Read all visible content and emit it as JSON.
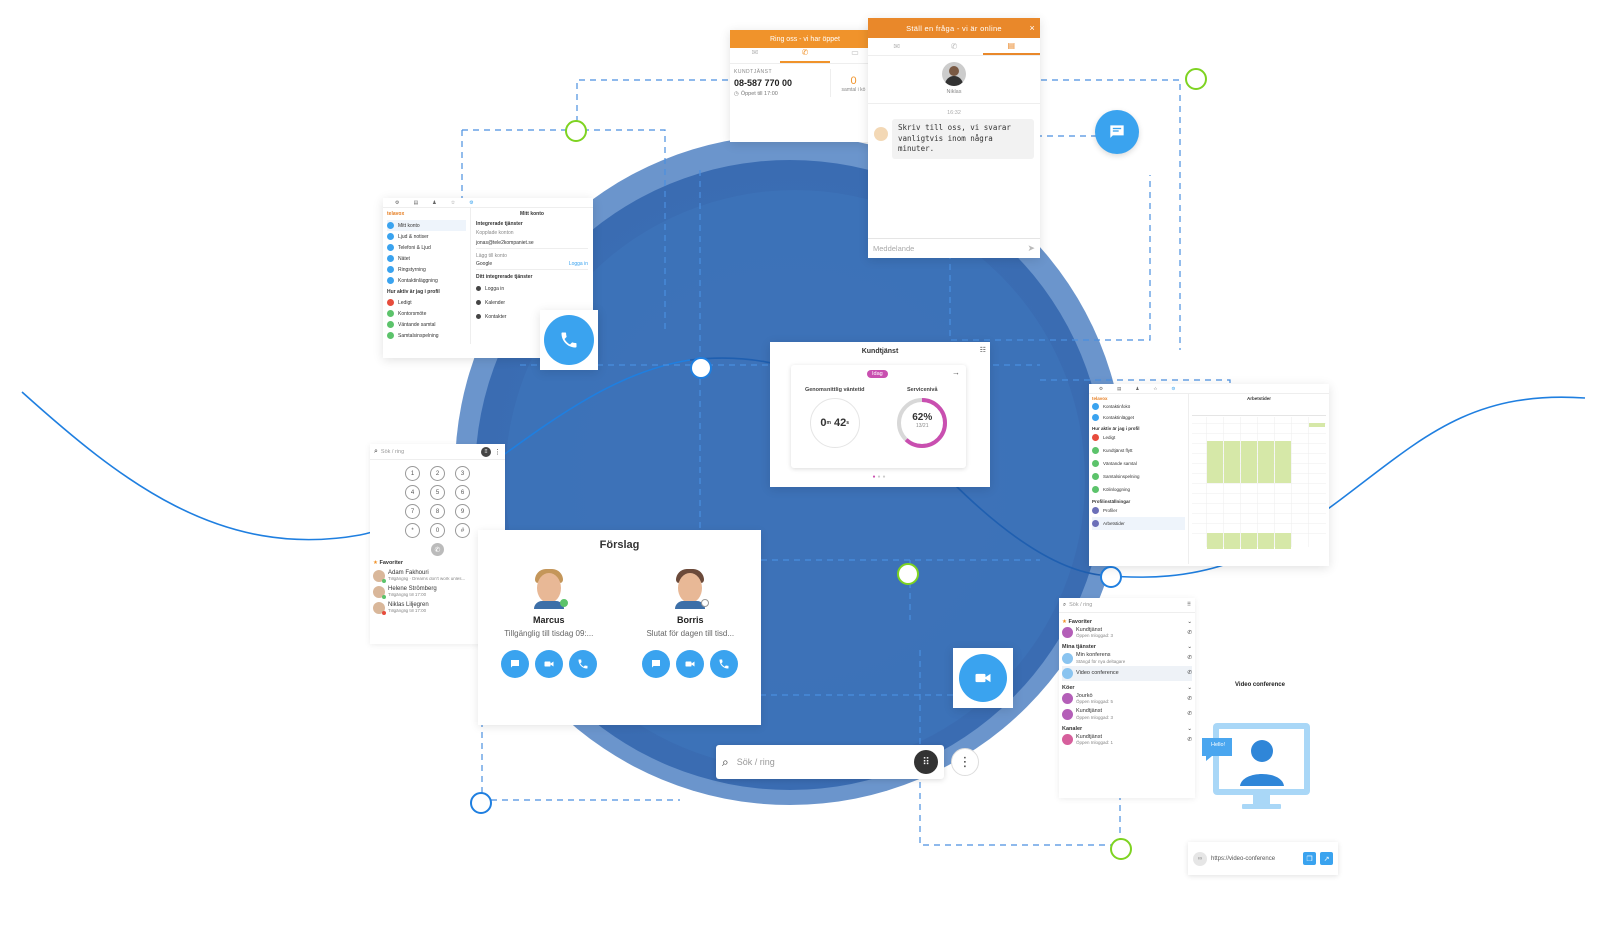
{
  "call_widget": {
    "header": "Ring oss - vi har öppet",
    "section": "KUNDTJÄNST",
    "phone": "08-587 770 00",
    "hours": "Öppet till 17:00",
    "queue_count": "0",
    "queue_label": "samtal i kö"
  },
  "chat_widget": {
    "header": "Ställ en fråga - vi är online",
    "agent_name": "Niklas",
    "time": "16:32",
    "message": "Skriv till oss, vi svarar vanligtvis inom några minuter.",
    "input_placeholder": "Meddelande"
  },
  "stats_card": {
    "title": "Kundtjänst",
    "badge": "Idag",
    "wait_label": "Genomsnittlig väntetid",
    "wait_value_min": "0",
    "wait_unit_min": "m",
    "wait_value_sec": "42",
    "wait_unit_sec": "s",
    "service_label": "Servicenivå",
    "service_value": "62%",
    "service_fraction": "13/21",
    "service_level": 0.62
  },
  "suggestions": {
    "title": "Förslag",
    "people": [
      {
        "name": "Marcus",
        "status": "Tillgänglig till tisdag 09:..."
      },
      {
        "name": "Borris",
        "status": "Slutat för dagen till tisd..."
      }
    ]
  },
  "dialer": {
    "search_placeholder": "Sök / ring",
    "keys": [
      "1",
      "2",
      "3",
      "4",
      "5",
      "6",
      "7",
      "8",
      "9",
      "*",
      "0",
      "#"
    ],
    "favorites_label": "Favoriter",
    "favorites": [
      {
        "name": "Adam Fakhouri",
        "status": "Tillgänglig · Dreams don't work unles..."
      },
      {
        "name": "Helene Strömberg",
        "status": "Tillgänglig till 17:00"
      },
      {
        "name": "Niklas Liljegren",
        "status": "Tillgänglig till 17:00"
      }
    ]
  },
  "search_bar": {
    "placeholder": "Sök / ring"
  },
  "settings_panel": {
    "brand": "telavox",
    "title": "Mitt konto",
    "nav_items": [
      "Mitt konto",
      "Ljud & notiser",
      "Telefoni & Ljud",
      "Nätet",
      "Ringstyrning",
      "Kontaktinläggning"
    ],
    "profile_heading": "Hur aktiv är jag i profil",
    "profile_items": [
      "Ledigt",
      "Kontorsmöte",
      "Väntande samtal",
      "Samtalsinspelning"
    ],
    "integrations_heading": "Integrerade tjänster",
    "linked_label": "Kopplade konton",
    "linked_account": "jonas@tele2kompaniet.se",
    "add_label": "Lägg till konto",
    "add_account": "Google",
    "add_action": "Logga in",
    "services_heading": "Ditt integrerade tjänster",
    "services": [
      "Logga in",
      "Kalender",
      "Kontakter"
    ]
  },
  "calendar_panel": {
    "brand": "telavox",
    "title": "Arbetstider",
    "nav_items": [
      "Kontaktinfokö",
      "Kontaktinlägget"
    ],
    "profile_heading": "Hur aktiv är jag i profil",
    "profile_items": [
      "Ledigt",
      "Kundtjänst flytt",
      "Väntande samtal",
      "Samtalsinspelning",
      "Kölinloggning"
    ],
    "profiles_heading": "Profilinställningar",
    "profiles": [
      "Profiler",
      "Arbetstider"
    ]
  },
  "contacts_panel": {
    "search_placeholder": "Sök / ring",
    "favorites_label": "Favoriter",
    "favorite": {
      "name": "Kundtjänst",
      "status": "Öppen",
      "logged": "Inloggad: 3"
    },
    "services_label": "Mina tjänster",
    "services": [
      {
        "name": "Min konferens",
        "status": "Stängd för nya deltagare"
      },
      {
        "name": "Video conference",
        "status": ""
      }
    ],
    "queues_label": "Köer",
    "queues": [
      {
        "name": "Jourkö",
        "status": "Öppen",
        "logged": "Inloggad: 5"
      },
      {
        "name": "Kundtjänst",
        "status": "Öppen",
        "logged": "Inloggad: 3"
      }
    ],
    "channels_label": "Kanaler",
    "channel": {
      "name": "Kundtjänst",
      "status": "Öppen",
      "logged": "Inloggad: 1"
    }
  },
  "video_conference": {
    "title": "Video conference",
    "bubble": "Hello!",
    "link": "https://video-conference"
  },
  "colors": {
    "circle": "#3d72b8",
    "accent_blue": "#3aa3ef",
    "orange": "#f0932b",
    "green_ring": "#7ed321",
    "magenta": "#c94fb0"
  },
  "icons": [
    "phone-icon",
    "chat-icon",
    "video-icon",
    "search-icon",
    "keypad-icon",
    "more-icon",
    "close-icon",
    "send-icon",
    "clock-icon",
    "monitor-icon",
    "copy-icon",
    "external-link-icon",
    "link-icon"
  ]
}
